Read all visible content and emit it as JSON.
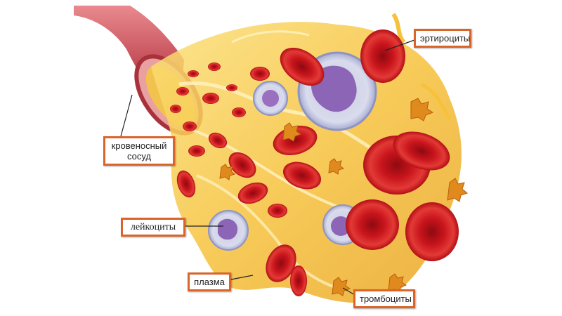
{
  "labels": {
    "erythrocytes": "эртироциты",
    "vessel_line1": "кровеносный",
    "vessel_line2": "сосуд",
    "leukocytes": "лейкоциты",
    "plasma": "плазма",
    "platelets": "тромбоциты"
  },
  "colors": {
    "label_border": "#d9652a",
    "vessel": "#c94f58",
    "plasma": "#f6c23c",
    "red_cell": "#c8141c",
    "white_cell": "#8d65b6"
  }
}
